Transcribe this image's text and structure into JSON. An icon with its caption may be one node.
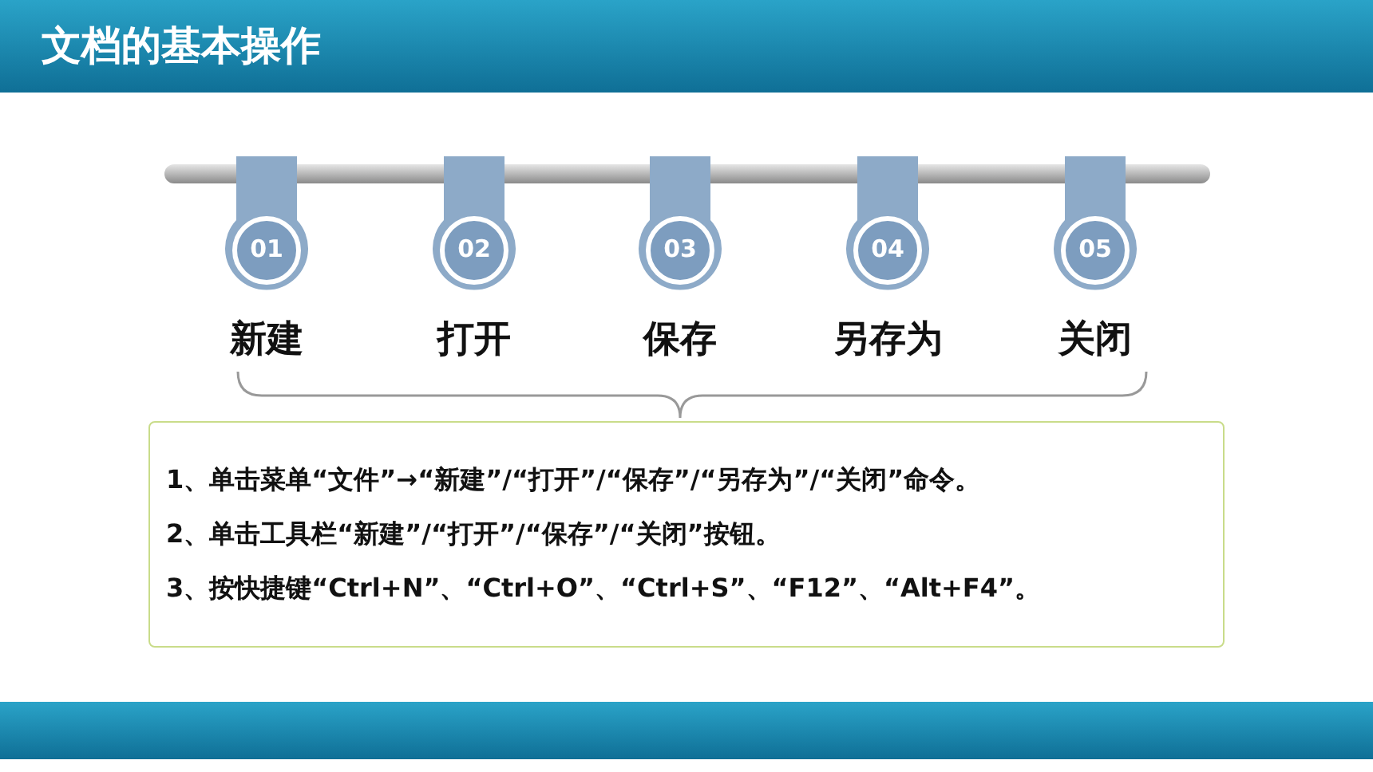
{
  "diagram": {
    "title": "文档的基本操作",
    "nodes": [
      {
        "text": [
          "01"
        ],
        "beside": [
          "新建"
        ]
      },
      {
        "text": [
          "02"
        ],
        "beside": [
          "打开"
        ]
      },
      {
        "text": [
          "03"
        ],
        "beside": [
          "保存"
        ]
      },
      {
        "text": [
          "04"
        ],
        "beside": [
          "另存为"
        ]
      },
      {
        "text": [
          "05"
        ],
        "beside": [
          "关闭"
        ]
      },
      {
        "text": [
          "1、单击菜单“文件”→“新建”/“打开”/“保存”/“另存为”/“关闭”命令。",
          "2、单击工具栏“新建”/“打开”/“保存”/“关闭”按钮。",
          "3、按快捷键“Ctrl+N”、“Ctrl+O”、“Ctrl+S”、“F12”、“Alt+F4”。"
        ]
      }
    ]
  }
}
